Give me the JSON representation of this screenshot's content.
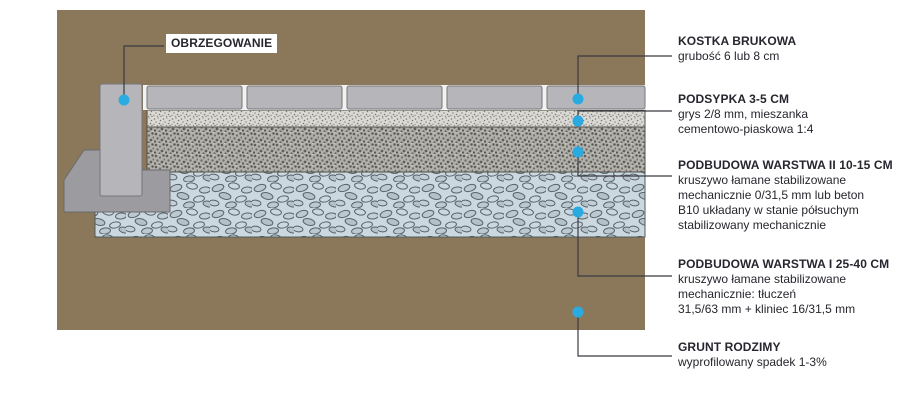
{
  "diagram": {
    "edge_label": {
      "title": "OBRZEGOWANIE"
    },
    "labels": [
      {
        "title": "KOSTKA BRUKOWA",
        "desc": "grubość 6 lub 8 cm"
      },
      {
        "title": "PODSYPKA 3-5 cm",
        "desc": "grys 2/8 mm, mieszanka\ncementowo-piaskowa 1:4"
      },
      {
        "title": "PODBUDOWA WARSTWA II 10-15 cm",
        "desc": "kruszywo łamane stabilizowane\nmechanicznie 0/31,5 mm lub beton\nB10 układany w stanie półsuchym\nstabilizowany mechanicznie"
      },
      {
        "title": "PODBUDOWA WARSTWA I 25-40 cm",
        "desc": "kruszywo łamane stabilizowane\nmechanicznie: tłuczeń\n31,5/63 mm + kliniec 16/31,5 mm"
      },
      {
        "title": "GRUNT RODZIMY",
        "desc": "wyprofilowany spadek 1-3%"
      }
    ],
    "colors": {
      "marker": "#29abe2",
      "soil": "#8b785a",
      "paver": "#b6b6ba",
      "curb": "#b6b6ba",
      "footing": "#9c9ca0",
      "leader": "#3a3a42",
      "text": "#26262e"
    }
  }
}
